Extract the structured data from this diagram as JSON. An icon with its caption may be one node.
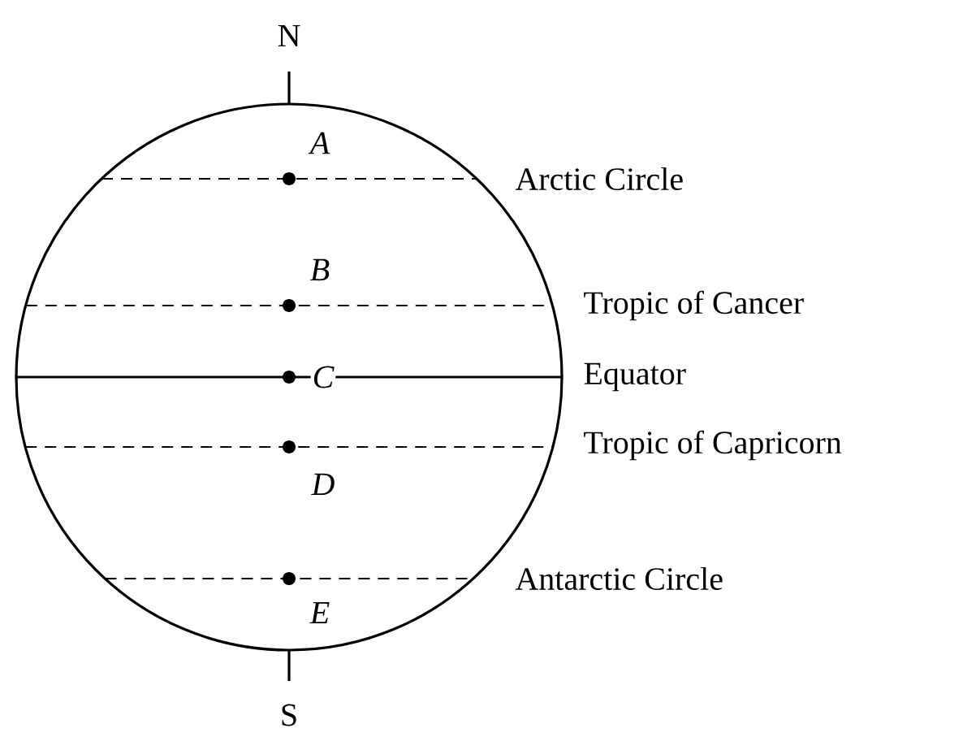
{
  "diagram": {
    "labels": [
      "N",
      "A",
      "Arctic Circle",
      "B",
      "Tropic of Cancer",
      "C",
      "Equator",
      "D",
      "Tropic of Capricorn",
      "E",
      "Antarctic Circle",
      "S"
    ]
  }
}
